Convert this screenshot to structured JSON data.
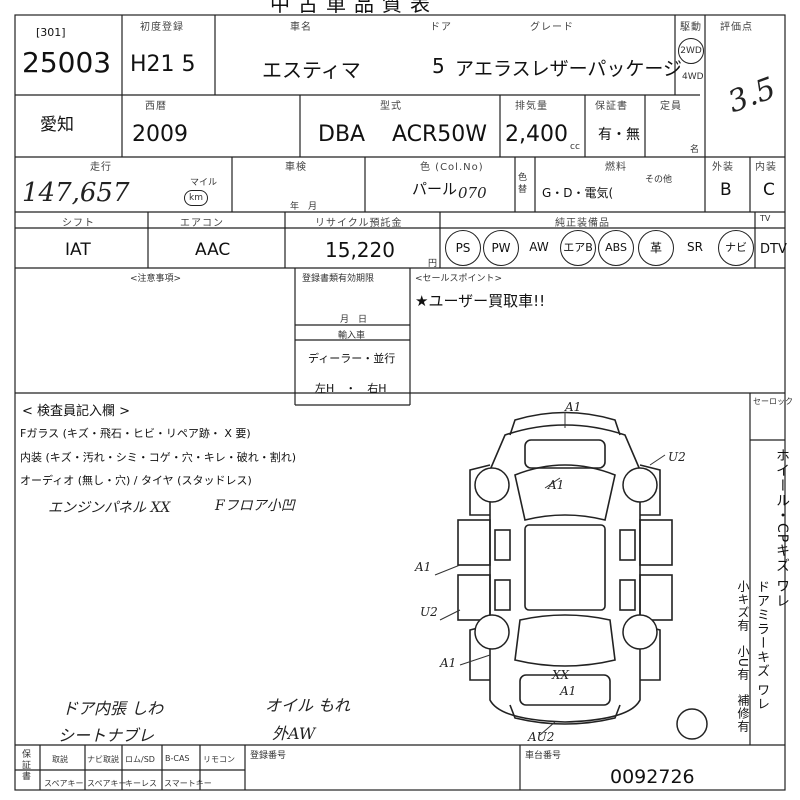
{
  "header": {
    "title": "中古車品質表"
  },
  "row1": {
    "lot_code": "[301]",
    "lot_no": "25003",
    "lbl_first_reg": "初度登録",
    "first_reg": "H21 5",
    "lbl_car_name": "車名",
    "car_name": "エスティマ",
    "lbl_door": "ドア",
    "doors": "5",
    "lbl_grade": "グレード",
    "grade": "アエラスレザーパッケージ",
    "lbl_drive": "駆動",
    "drive_2wd": "2WD",
    "drive_4wd": "4WD",
    "lbl_score": "評価点",
    "score": "3.5"
  },
  "row2": {
    "region": "愛知",
    "lbl_year": "西暦",
    "year": "2009",
    "lbl_model": "型式",
    "model_prefix": "DBA",
    "model": "ACR50W",
    "lbl_displacement": "排気量",
    "displacement": "2,400",
    "unit_cc": "cc",
    "lbl_warranty": "保証書",
    "warranty": "有・無",
    "lbl_capacity": "定員",
    "unit_persons": "名"
  },
  "row3": {
    "lbl_mileage": "走行",
    "mileage": "147,657",
    "unit_mile": "マイル",
    "unit_km": "km",
    "lbl_inspection": "車検",
    "lbl_month": "年　月",
    "lbl_color": "色 (Col.No)",
    "color": "パール",
    "color_code": "070",
    "lbl_recolor": "色替",
    "lbl_fuel": "燃料",
    "fuel_options": "G・D・電気(",
    "fuel_other": "その他",
    "lbl_exterior": "外装",
    "exterior": "B",
    "lbl_interior": "内装",
    "interior": "C"
  },
  "row4": {
    "lbl_shift": "シフト",
    "shift": "IAT",
    "lbl_ac": "エアコン",
    "ac": "AAC",
    "lbl_recycle": "リサイクル預託金",
    "recycle": "15,220",
    "unit_yen": "円",
    "lbl_equipment": "純正装備品",
    "equipment": [
      "PS",
      "PW",
      "AW",
      "エアB",
      "ABS",
      "革",
      "SR",
      "ナビ"
    ],
    "lbl_tv": "TV",
    "tv": "DTV"
  },
  "notes": {
    "lbl_notes": "<注意事項>",
    "lbl_reg_expiry": "登録書類有効期限",
    "lbl_expiry_date": "月　日",
    "lbl_import": "輸入車",
    "import_dealer": "ディーラー・並行",
    "import_hand": "左H　・　右H",
    "lbl_sales_point": "<セールスポイント>",
    "sales_point": "★ユーザー買取車!!"
  },
  "inspector": {
    "title": "< 検査員記入欄 >",
    "line1": "Fガラス (キズ・飛石・ヒビ・リペア跡・ X 要)",
    "line2": "内装 (キズ・汚れ・シミ・コゲ・穴・キレ・破れ・割れ)",
    "line3": "オーディオ (無し・穴) / タイヤ (スタッドレス)",
    "note1": "エンジンパネル XX",
    "note2": "Fフロア小凹",
    "note3": "ドア内張 しわ",
    "note4": "シートナブレ",
    "note5": "オイル もれ",
    "note6": "外AW"
  },
  "diagram": {
    "lbl_seal": "セーロック",
    "mark_a1_top": "A1",
    "mark_u2": "U2",
    "mark_a1_hood": "A1",
    "mark_a1_left": "A1",
    "mark_u2_left": "U2",
    "mark_a1_rear": "A1",
    "mark_xx": "XX",
    "mark_a1_bottom": "A1",
    "mark_au2": "AU2"
  },
  "legend_vertical": {
    "col1": "ホイール・CPキズ ワレ",
    "col2": "ドアミラーキズ ワレ",
    "col3": "小キズ有　小U有　補修有"
  },
  "footer": {
    "lbl_extra": "保証書",
    "items_row1": [
      "取説",
      "ナビ取説",
      "ロム/SD",
      "B-CAS",
      "リモコン"
    ],
    "items_row2": [
      "スペアキー",
      "スペアキー",
      "キーレス",
      "スマートキー"
    ],
    "lbl_reg_no": "登録番号",
    "lbl_chassis": "車台番号",
    "chassis_no": "0092726"
  }
}
